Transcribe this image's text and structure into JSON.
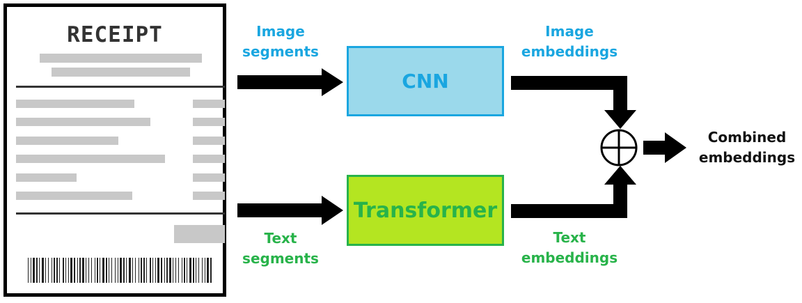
{
  "receipt": {
    "title": "RECEIPT",
    "text_line_count": 6,
    "barcode_icon": "barcode-icon"
  },
  "labels": {
    "image_segments": "Image\nsegments",
    "text_segments": "Text\nsegments",
    "image_embeddings": "Image\nembeddings",
    "text_embeddings": "Text\nembeddings",
    "combined_embeddings": "Combined\nembeddings"
  },
  "boxes": {
    "cnn": "CNN",
    "transformer": "Transformer"
  },
  "combine_icon": "circled-plus-icon",
  "colors": {
    "image_blue": "#1aa6e0",
    "text_green": "#28b34a",
    "cnn_fill": "#9bd9eb",
    "transformer_fill": "#b4e521",
    "arrow": "#000000"
  }
}
